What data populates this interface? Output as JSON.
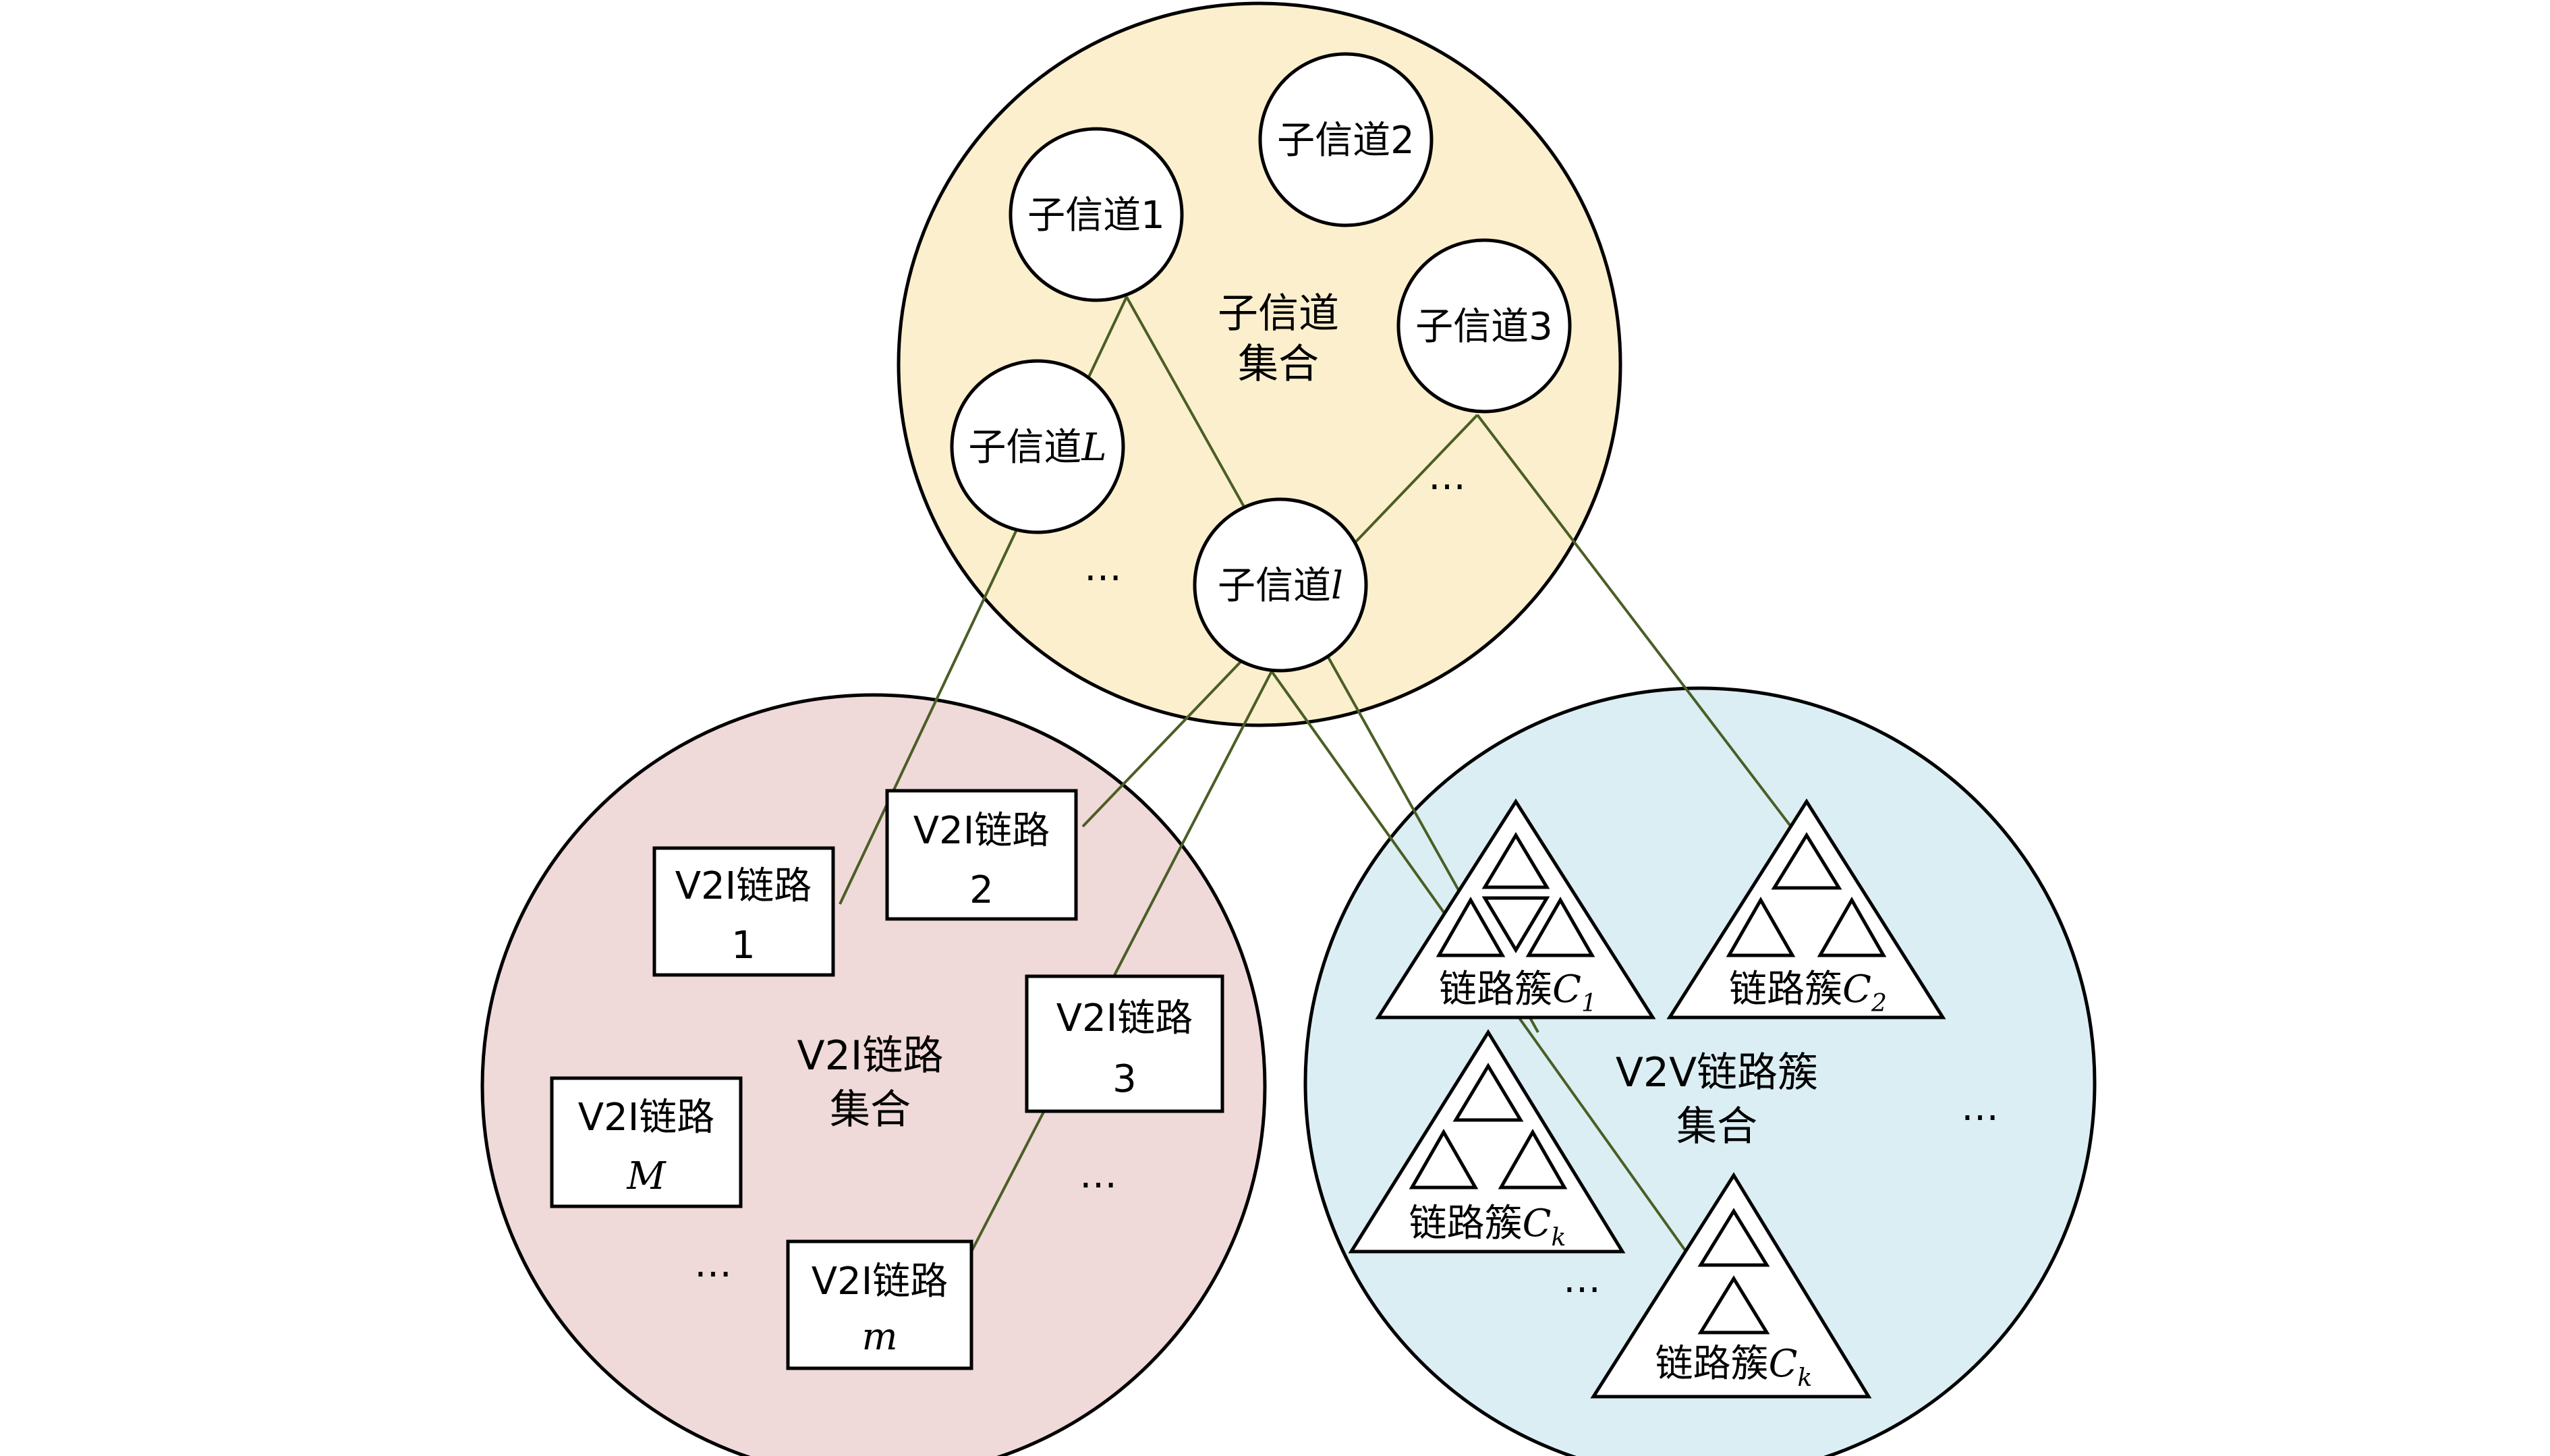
{
  "colors": {
    "subchannel_set": "#fcefcd",
    "v2i_set": "#f0d9d9",
    "v2v_set": "#dbeef4",
    "edge": "#4a5e25"
  },
  "subchannel_set": {
    "label_line1": "子信道",
    "label_line2": "集合",
    "channels": [
      {
        "prefix": "子信道",
        "index": "1"
      },
      {
        "prefix": "子信道",
        "index": "2"
      },
      {
        "prefix": "子信道",
        "index": "3"
      },
      {
        "prefix": "子信道",
        "index": "L"
      },
      {
        "prefix": "子信道",
        "index": "l"
      }
    ],
    "ellipsis": [
      "…",
      "…"
    ]
  },
  "v2i_set": {
    "label_line1": "V2I链路",
    "label_line2": "集合",
    "links": [
      {
        "line1": "V2I链路",
        "line2": "1"
      },
      {
        "line1": "V2I链路",
        "line2": "2"
      },
      {
        "line1": "V2I链路",
        "line2": "3"
      },
      {
        "line1": "V2I链路",
        "line2": "M"
      },
      {
        "line1": "V2I链路",
        "line2": "m"
      }
    ],
    "ellipsis": [
      "…",
      "…"
    ]
  },
  "v2v_set": {
    "label_line1": "V2V链路簇",
    "label_line2": "集合",
    "clusters": [
      {
        "prefix": "链路簇",
        "symbol": "C",
        "subscript": "1"
      },
      {
        "prefix": "链路簇",
        "symbol": "C",
        "subscript": "2"
      },
      {
        "prefix": "链路簇",
        "symbol": "C",
        "subscript": "k"
      },
      {
        "prefix": "链路簇",
        "symbol": "C",
        "subscript": "k"
      }
    ],
    "ellipsis": [
      "…",
      "…"
    ]
  }
}
